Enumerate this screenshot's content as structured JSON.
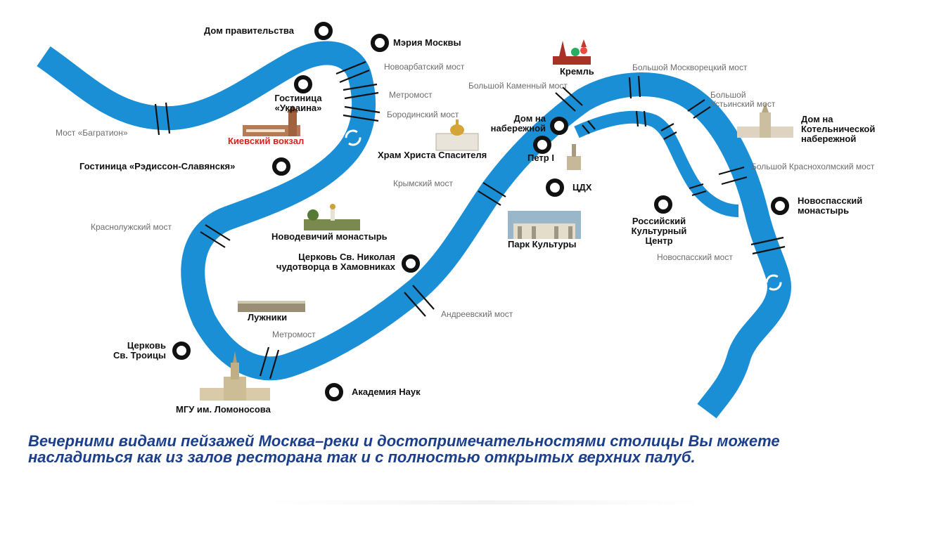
{
  "colors": {
    "river": "#1b8fd6",
    "caption": "#1c3f8c",
    "accent": "#d6231c",
    "bridge": "#111111"
  },
  "places": {
    "dom_pravitelstva": "Дом правительства",
    "meria": "Мэрия Москвы",
    "ukraina_1": "Гостиница",
    "ukraina_2": "«Украина»",
    "kievsky": "Киевский вокзал",
    "radisson": "Гостиница «Рэдиссон-Славянскя»",
    "kreml": "Кремль",
    "dom_naberezhnoy_1": "Дом на",
    "dom_naberezhnoy_2": "набережной",
    "hram": "Храм Христа Спасителя",
    "petr": "Петр I",
    "cdh": "ЦДХ",
    "kotelnicheskaya_1": "Дом на",
    "kotelnicheskaya_2": "Котельнической",
    "kotelnicheskaya_3": "набережной",
    "novodevichy": "Новодевичий монастырь",
    "park": "Парк Культуры",
    "rkc_1": "Российский",
    "rkc_2": "Культурный",
    "rkc_3": "Центр",
    "novospassky_mon_1": "Новоспасский",
    "novospassky_mon_2": "монастырь",
    "nikola_1": "Церковь Св. Николая",
    "nikola_2": "чудотворца в Хамовниках",
    "luzhniki": "Лужники",
    "troitsa_1": "Церковь",
    "troitsa_2": "Св. Троицы",
    "akademia": "Академия Наук",
    "mgu": "МГУ им. Ломоносова"
  },
  "bridges": {
    "novoarbatsky": "Новоарбатский мост",
    "metromost_top": "Метромост",
    "borodinsky": "Бородинский мост",
    "bagration": "Мост «Багратион»",
    "bolshoy_kamenny": "Большой Каменный мост",
    "bolshoy_moskvoretsky": "Большой Москворецкий мост",
    "ustyinsky_1": "Большой",
    "ustyinsky_2": "Устьинский мост",
    "krasnokholmsky": "Большой Краснохолмский мост",
    "krymsky": "Крымский мост",
    "krasnoluzhsky": "Краснолужский мост",
    "novospassky": "Новоспасский мост",
    "andreevsky": "Андреевский мост",
    "metromost_bottom": "Метромост"
  },
  "caption": {
    "line1": "Вечерними видами пейзажей Москва–реки и достопримечательностями  столицы Вы можете",
    "line2": "насладиться как из залов ресторана так и  с полностью открытых верхних палуб."
  }
}
